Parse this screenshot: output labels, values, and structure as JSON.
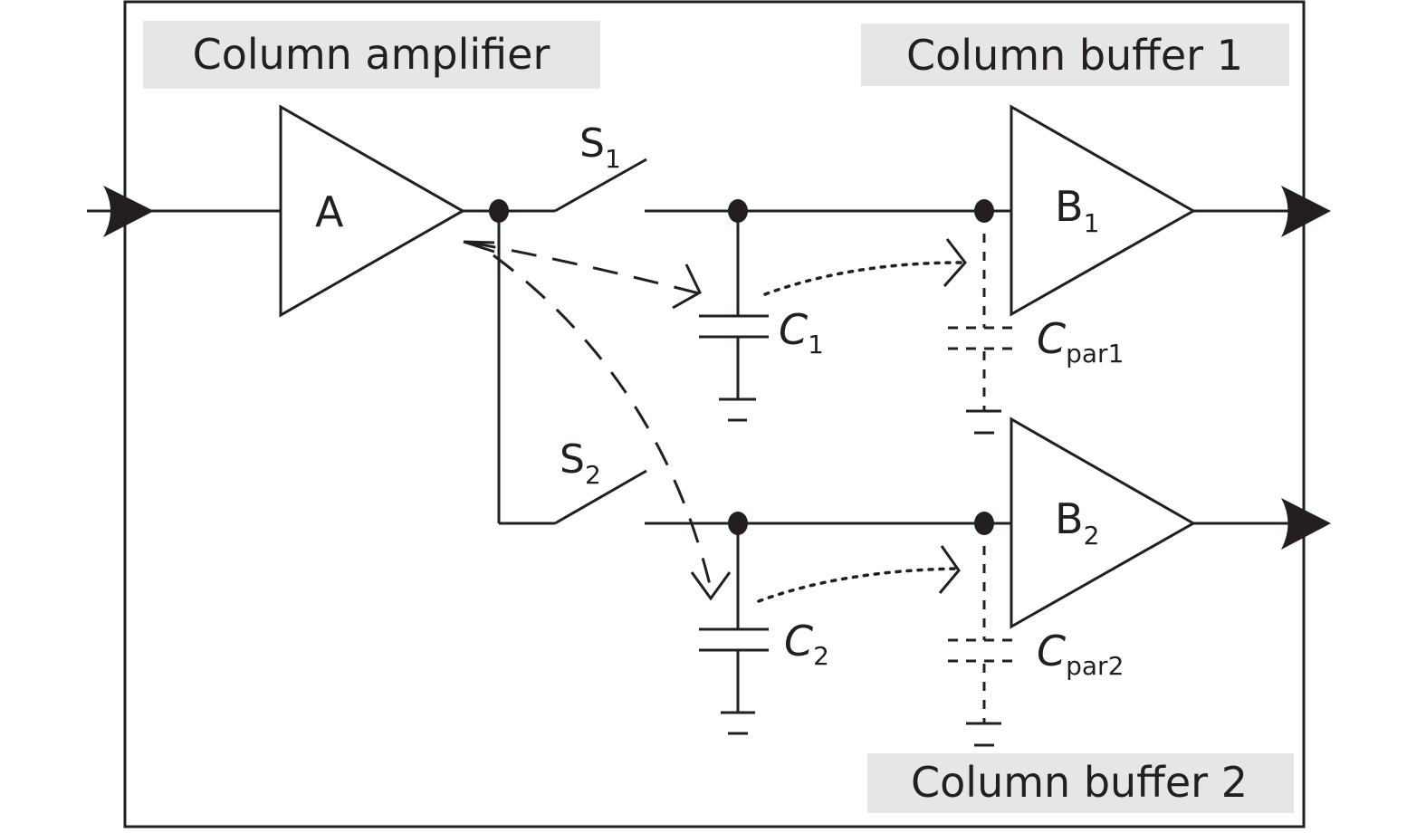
{
  "diagram": {
    "title_regions": {
      "column_amplifier": "Column amplifier",
      "column_buffer_1": "Column buffer 1",
      "column_buffer_2": "Column buffer 2"
    },
    "amplifier": {
      "label": "A"
    },
    "buffer_1": {
      "label": "B",
      "subscript": "1"
    },
    "buffer_2": {
      "label": "B",
      "subscript": "2"
    },
    "switch_1": {
      "label": "S",
      "subscript": "1"
    },
    "switch_2": {
      "label": "S",
      "subscript": "2"
    },
    "capacitor_1": {
      "label": "C",
      "subscript": "1"
    },
    "capacitor_2": {
      "label": "C",
      "subscript": "2"
    },
    "parasitic_1": {
      "label": "C",
      "subscript": "par1"
    },
    "parasitic_2": {
      "label": "C",
      "subscript": "par2"
    },
    "colors": {
      "ink": "#231f20",
      "banner": "#e6e6e6",
      "background": "#ffffff"
    }
  }
}
